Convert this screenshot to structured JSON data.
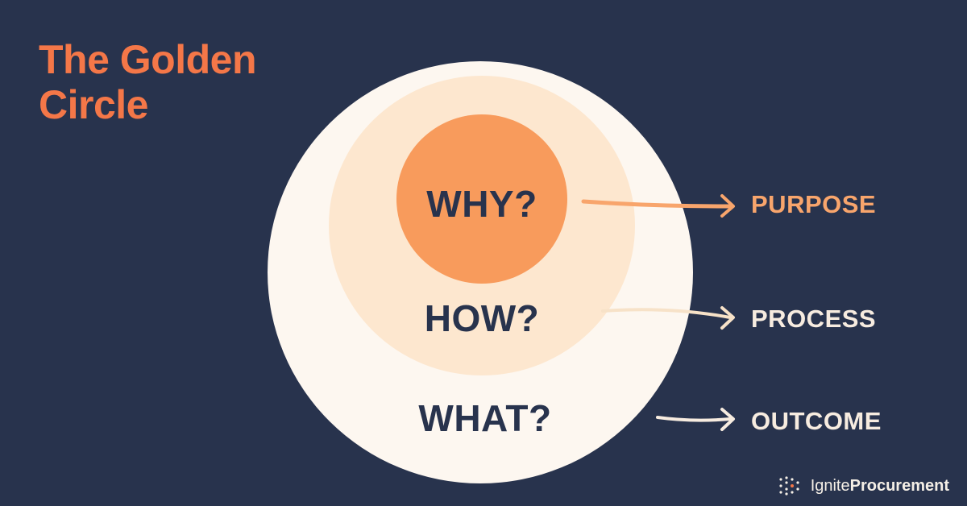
{
  "title": {
    "line1": "The Golden",
    "line2": "Circle"
  },
  "circles": {
    "why": "WHY?",
    "how": "HOW?",
    "what": "WHAT?"
  },
  "outputs": {
    "purpose": "PURPOSE",
    "process": "PROCESS",
    "outcome": "OUTCOME"
  },
  "logo": {
    "name_light": "Ignite",
    "name_bold": "Procurement",
    "icon": "dot-grid-icon"
  },
  "colors": {
    "background": "#28334d",
    "accent_orange": "#f47748",
    "why_circle": "#f89b5c",
    "how_circle": "#fde7cf",
    "what_circle": "#fdf7f0",
    "text_dark": "#28334d",
    "text_light": "#f7ece0",
    "purpose_label": "#f8a56c"
  }
}
